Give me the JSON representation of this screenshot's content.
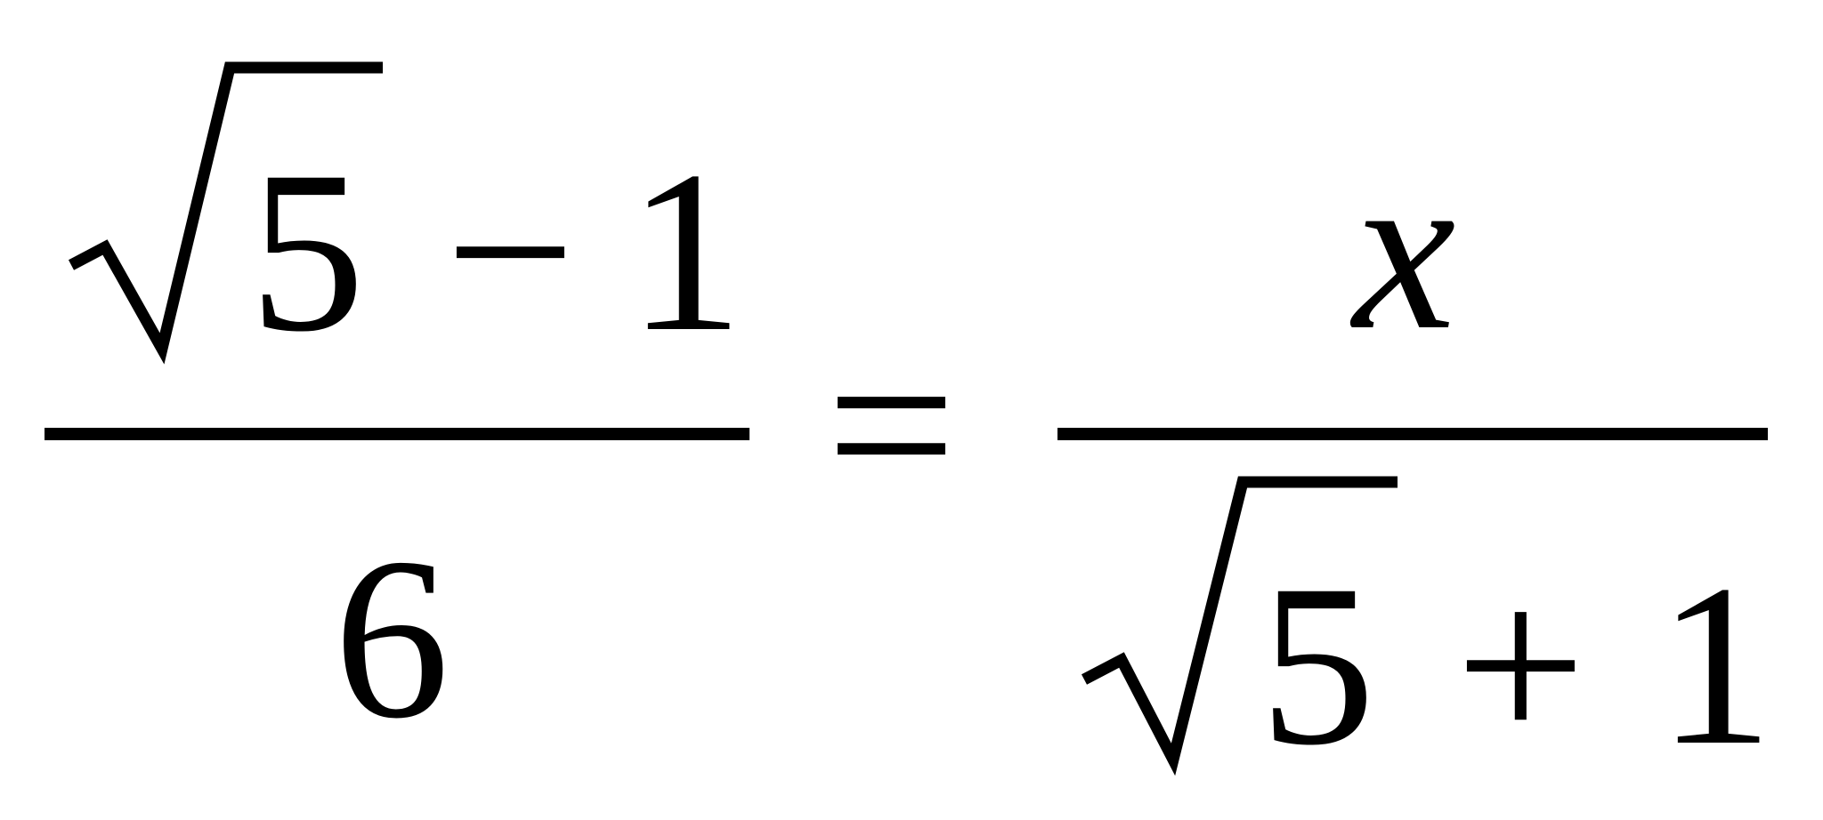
{
  "equation": {
    "left": {
      "numerator": {
        "radicand": "5",
        "operator": "−",
        "constant": "1"
      },
      "denominator": "6"
    },
    "relation": "=",
    "right": {
      "numerator": "x",
      "denominator": {
        "radicand": "5",
        "operator": "+",
        "constant": "1"
      }
    }
  }
}
